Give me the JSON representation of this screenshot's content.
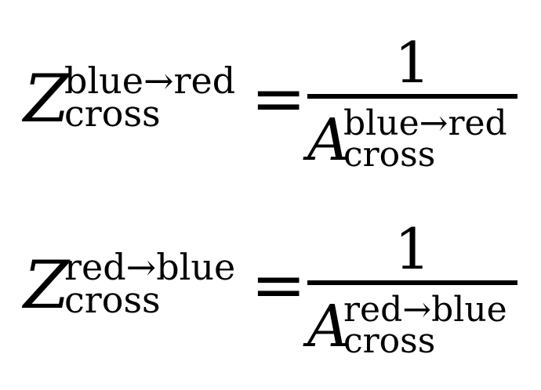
{
  "equations": [
    {
      "lhs_symbol": "Z",
      "lhs_superscript": "blue→red",
      "lhs_subscript": "cross",
      "relation": "=",
      "numerator": "1",
      "denominator_symbol": "A",
      "denominator_superscript": "blue→red",
      "denominator_subscript": "cross"
    },
    {
      "lhs_symbol": "Z",
      "lhs_superscript": "red→blue",
      "lhs_subscript": "cross",
      "relation": "=",
      "numerator": "1",
      "denominator_symbol": "A",
      "denominator_superscript": "red→blue",
      "denominator_subscript": "cross"
    }
  ]
}
